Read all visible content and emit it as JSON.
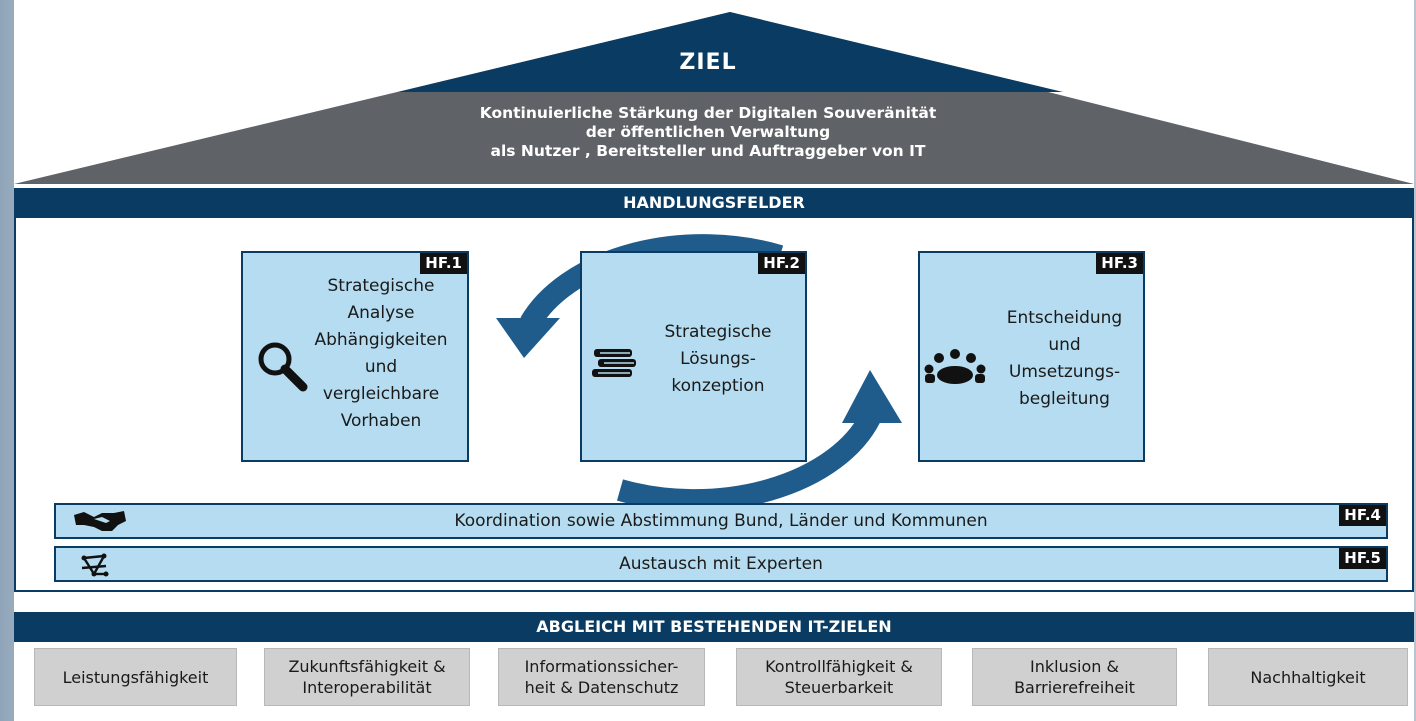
{
  "roof": {
    "title": "ZIEL",
    "goal_line1": "Kontinuierliche Stärkung der Digitalen Souveränität",
    "goal_line2": "der öffentlichen Verwaltung",
    "goal_line3": "als Nutzer , Bereitsteller und Auftraggeber von IT"
  },
  "handlungsfelder": {
    "header": "HANDLUNGSFELDER",
    "boxes": [
      {
        "tag": "HF.1",
        "lines": [
          "Strategische",
          "Analyse",
          "Abhängigkeiten",
          "und",
          "vergleichbare",
          "Vorhaben"
        ],
        "icon": "magnifier-icon"
      },
      {
        "tag": "HF.2",
        "lines": [
          "Strategische",
          "Lösungs-",
          "konzeption"
        ],
        "icon": "books-icon"
      },
      {
        "tag": "HF.3",
        "lines": [
          "Entscheidung",
          "und",
          "Umsetzungs-",
          "begleitung"
        ],
        "icon": "people-meeting-icon"
      }
    ],
    "rows": [
      {
        "tag": "HF.4",
        "label": "Koordination sowie Abstimmung Bund, Länder und Kommunen",
        "icon": "handshake-icon"
      },
      {
        "tag": "HF.5",
        "label": "Austausch mit Experten",
        "icon": "network-icon"
      }
    ]
  },
  "abgleich": {
    "header": "ABGLEICH MIT BESTEHENDEN IT-ZIELEN",
    "goals": [
      {
        "line1": "Leistungsfähigkeit",
        "line2": ""
      },
      {
        "line1": "Zukunftsfähigkeit &",
        "line2": "Interoperabilität"
      },
      {
        "line1": "Informationssicher-",
        "line2": "heit & Datenschutz"
      },
      {
        "line1": "Kontrollfähigkeit &",
        "line2": "Steuerbarkeit"
      },
      {
        "line1": "Inklusion &",
        "line2": "Barrierefreiheit"
      },
      {
        "line1": "Nachhaltigkeit",
        "line2": ""
      }
    ]
  },
  "colors": {
    "dark_blue": "#0a3c63",
    "roof_gray": "#5f6266",
    "light_blue": "#b5dcf0",
    "goal_gray": "#d0d0d0"
  }
}
